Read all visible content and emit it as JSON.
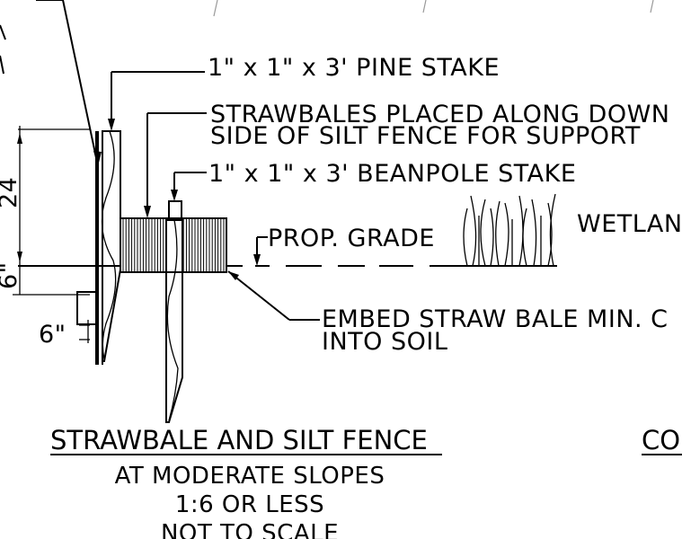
{
  "drawing": {
    "labels": {
      "pine_stake": "1\" x 1\" x 3' PINE STAKE",
      "strawbales_line1": "STRAWBALES PLACED ALONG DOWN",
      "strawbales_line2": "SIDE OF SILT FENCE FOR SUPPORT",
      "beanpole_stake": "1\" x 1\" x 3' BEANPOLE STAKE",
      "prop_grade": "PROP. GRADE",
      "wetland": "WETLAND",
      "embed_line1": "EMBED STRAW BALE MIN. C",
      "embed_line2": "INTO SOIL"
    },
    "dimensions": {
      "height_24": "24",
      "height_6": "6\"",
      "width_6": "6\""
    },
    "title": {
      "main": "STRAWBALE AND SILT FENCE",
      "line1": "AT MODERATE SLOPES",
      "line2": "1:6 OR LESS",
      "line3": "NOT TO SCALE"
    },
    "right_title_fragment": "CON"
  }
}
